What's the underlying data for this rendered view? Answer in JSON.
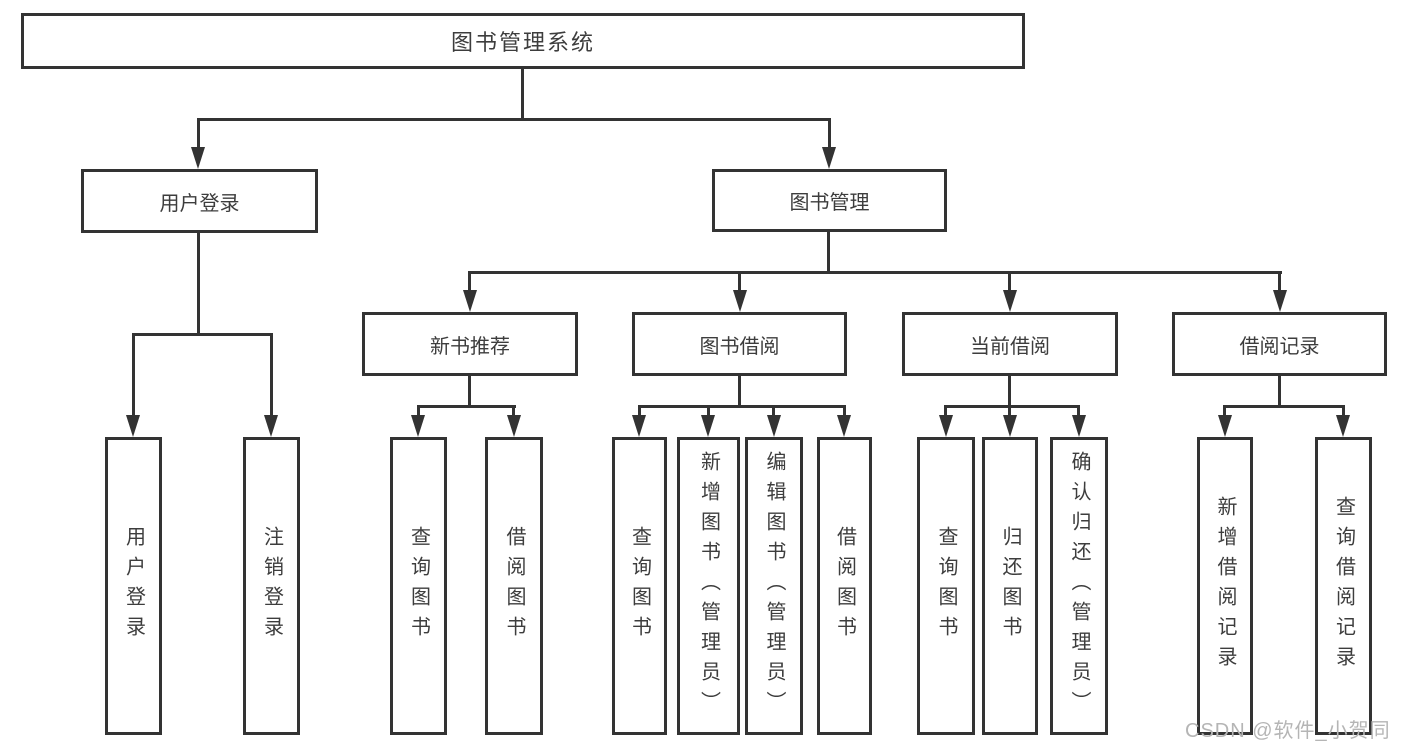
{
  "diagram": {
    "root": {
      "label": "图书管理系统"
    },
    "level2": [
      {
        "label": "用户登录"
      },
      {
        "label": "图书管理"
      }
    ],
    "level3": [
      {
        "label": "新书推荐"
      },
      {
        "label": "图书借阅"
      },
      {
        "label": "当前借阅"
      },
      {
        "label": "借阅记录"
      }
    ],
    "leaves": {
      "user_login": [
        "用户登录",
        "注销登录"
      ],
      "new_book_recommend": [
        "查询图书",
        "借阅图书"
      ],
      "book_borrow": [
        "查询图书",
        "新增图书（管理员）",
        "编辑图书（管理员）",
        "借阅图书"
      ],
      "current_borrow": [
        "查询图书",
        "归还图书",
        "确认归还（管理员）"
      ],
      "borrow_record": [
        "新增借阅记录",
        "查询借阅记录"
      ]
    }
  },
  "watermark": {
    "text": "CSDN @软件_小贺同学"
  },
  "colors": {
    "line": "#333333",
    "text": "#3d3d3d",
    "background": "#ffffff",
    "watermark": "#b5b5b5"
  }
}
